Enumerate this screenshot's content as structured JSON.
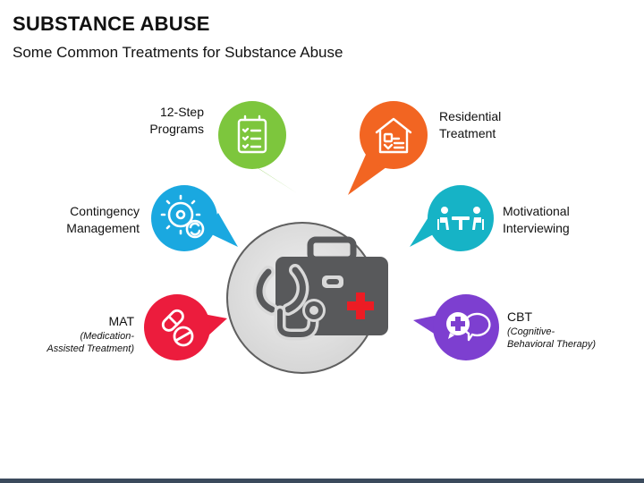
{
  "title": "SUBSTANCE ABUSE",
  "subtitle": "Some Common Treatments for Substance Abuse",
  "colors": {
    "green": "#7dc63d",
    "orange": "#f26522",
    "cyan": "#1aa8e0",
    "teal": "#16b3c6",
    "red": "#ec1c3d",
    "purple": "#7d3fd0",
    "hub": "#d9d9d9",
    "kit": "#58595b",
    "cross": "#ec1c24"
  },
  "hub": {
    "icon": "medical-kit-stethoscope-icon"
  },
  "treatments": [
    {
      "id": "12-step",
      "lines": [
        "12-Step",
        "Programs"
      ],
      "icon": "checklist-clipboard-icon"
    },
    {
      "id": "residential",
      "lines": [
        "Residential",
        "Treatment"
      ],
      "icon": "house-with-beds-icon"
    },
    {
      "id": "contingency",
      "lines": [
        "Contingency",
        "Management"
      ],
      "icon": "gear-refresh-icon"
    },
    {
      "id": "motivational",
      "lines": [
        "Motivational",
        "Interviewing"
      ],
      "icon": "people-at-table-icon"
    },
    {
      "id": "mat",
      "title": "MAT",
      "sub": [
        "(Medication-",
        "Assisted Treatment)"
      ],
      "icon": "pills-icon"
    },
    {
      "id": "cbt",
      "title": "CBT",
      "sub": [
        "(Cognitive-",
        "Behavioral Therapy)"
      ],
      "icon": "chat-bubbles-plus-icon"
    }
  ]
}
